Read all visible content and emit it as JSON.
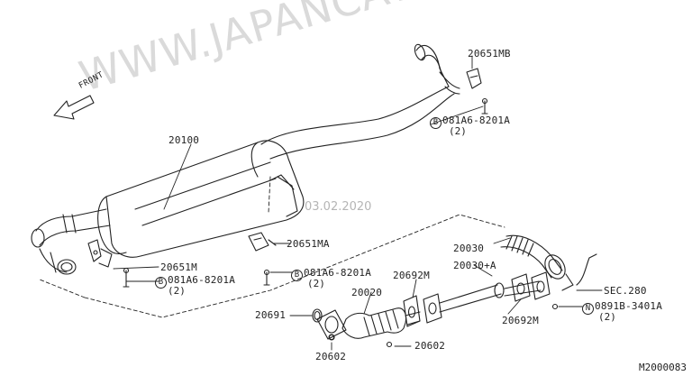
{
  "diagram": {
    "direction_label": "FRONT",
    "watermark": "WWW.JAPANCATS.RU",
    "date_stamp": "03.02.2020",
    "figure_code": "M2000083"
  },
  "labels": {
    "p20100": "20100",
    "p20651MB": "20651MB",
    "p081A6_top": "081A6-8201A",
    "p081A6_top_qty": "(2)",
    "p20651MA": "20651MA",
    "p081A6_mid": "081A6-8201A",
    "p081A6_mid_qty": "(2)",
    "p20651M": "20651M",
    "p081A6_left": "081A6-8201A",
    "p081A6_left_qty": "(2)",
    "p20030": "20030",
    "p20030A": "20030+A",
    "p20692M_a": "20692M",
    "p20692M_b": "20692M",
    "p20020": "20020",
    "p20691": "20691",
    "p20602_a": "20602",
    "p20602_b": "20602",
    "sec280": "SEC.280",
    "p0891B": "0891B-3401A",
    "p0891B_qty": "(2)",
    "prefix_B": "B",
    "prefix_N": "N"
  }
}
